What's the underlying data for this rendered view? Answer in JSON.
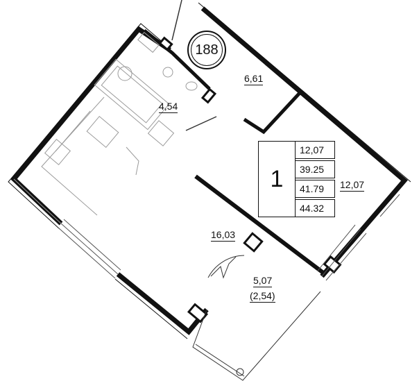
{
  "apartment": {
    "number": "188"
  },
  "summary": {
    "rooms": "1",
    "values": [
      "12,07",
      "39.25",
      "41.79",
      "44.32"
    ]
  },
  "rooms": {
    "bathroom": "4,54",
    "hall": "6,61",
    "bedroom": "12,07",
    "living": "16,03",
    "balcony_area": "5,07",
    "balcony_reduced": "(2,54)"
  },
  "colors": {
    "wall": "#111111",
    "thin": "#222222",
    "furniture": "#9a9a9a",
    "background": "#ffffff"
  }
}
